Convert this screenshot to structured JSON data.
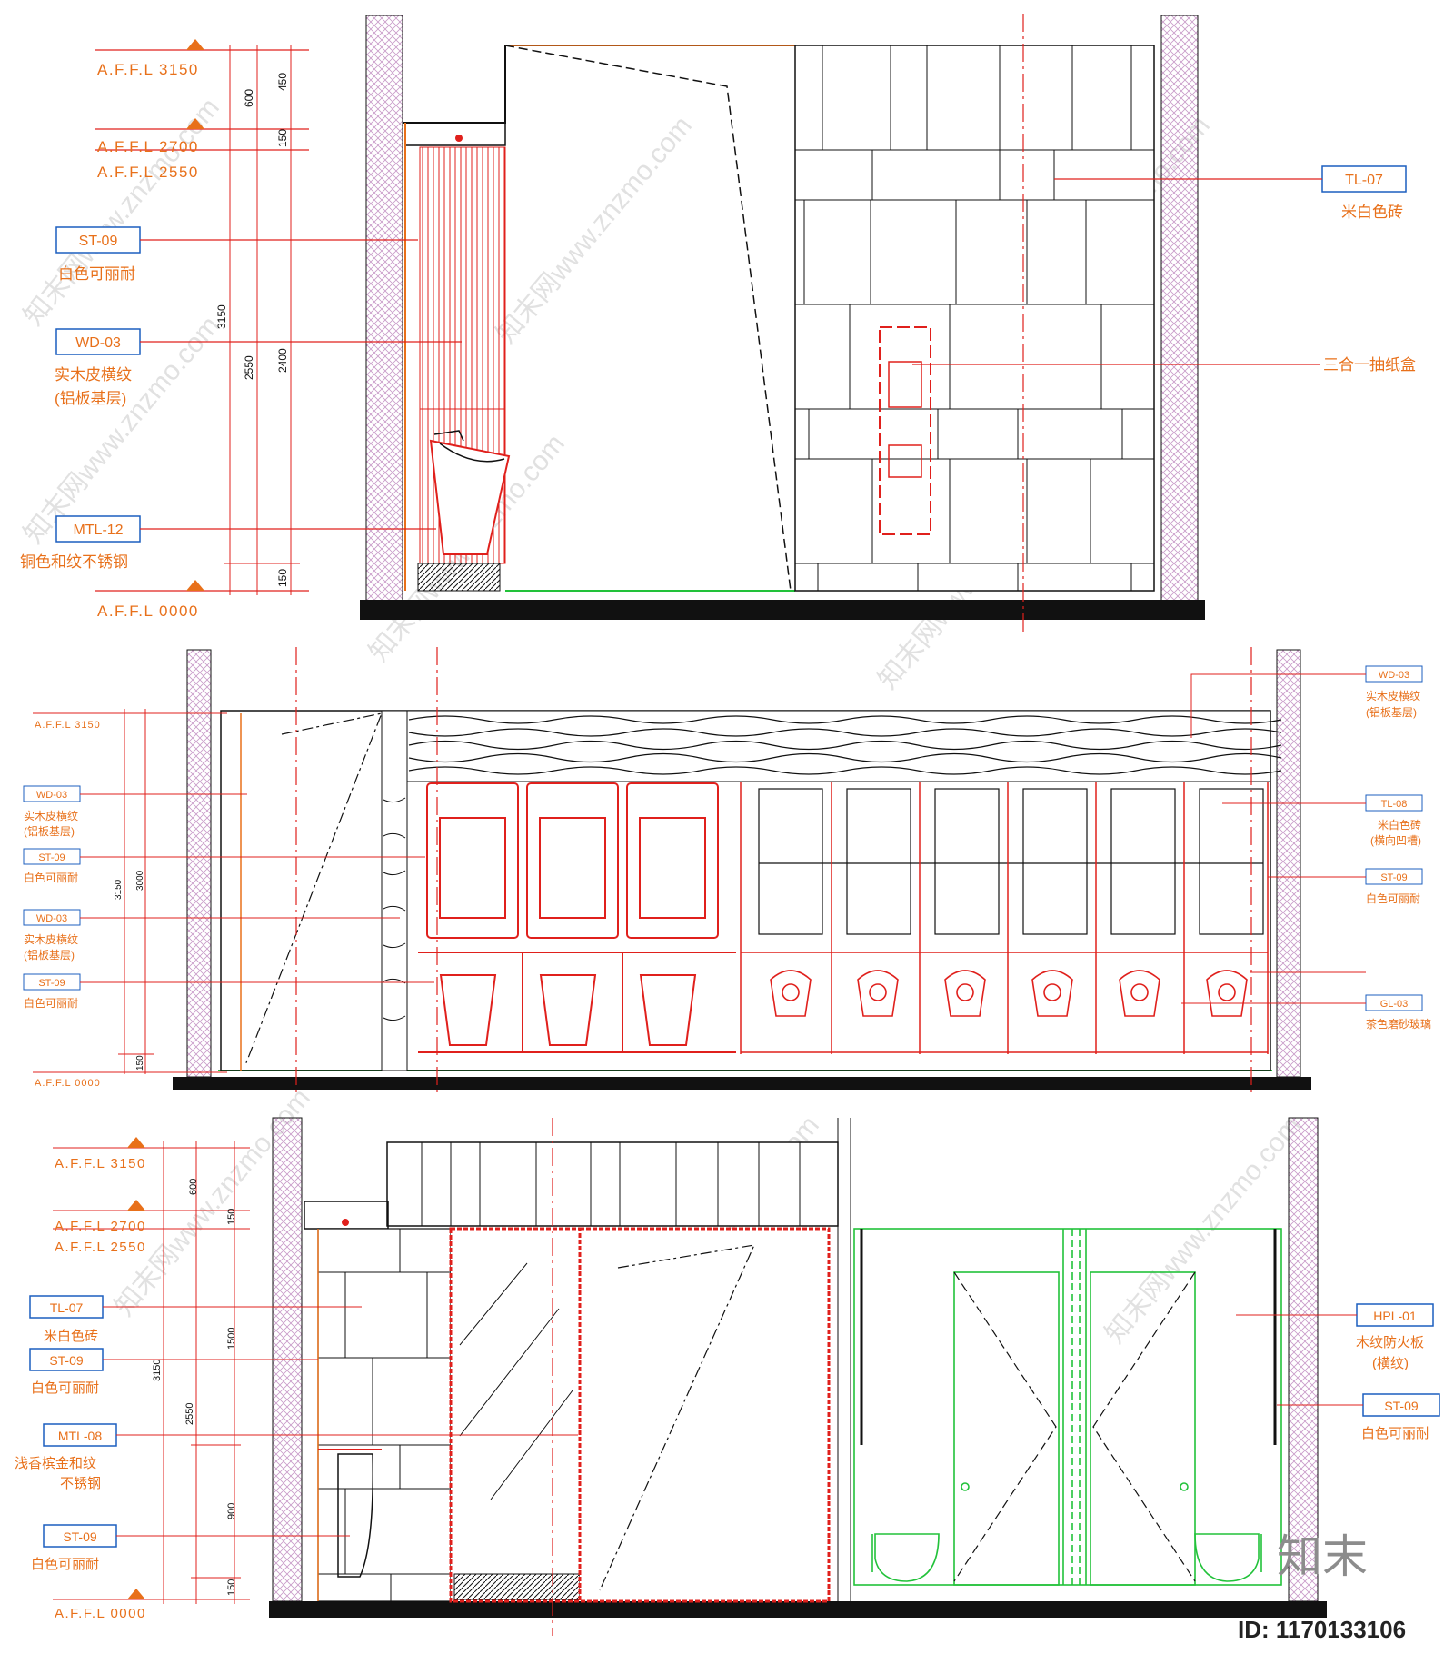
{
  "elevation_top": {
    "levels": [
      "A.F.F.L 3150",
      "A.F.F.L 2700",
      "A.F.F.L 2550",
      "A.F.F.L 0000"
    ],
    "dimensions": [
      "600",
      "450",
      "150",
      "3150",
      "2550",
      "2400",
      "150"
    ],
    "tags": [
      {
        "code": "ST-09",
        "desc": "白色可丽耐"
      },
      {
        "code": "WD-03",
        "desc": "实木皮横纹",
        "desc2": "(铝板基层)"
      },
      {
        "code": "MTL-12",
        "desc": "铜色和纹不锈钢"
      },
      {
        "code": "TL-07",
        "desc": "米白色砖"
      },
      {
        "code": "",
        "desc": "三合一抽纸盒"
      }
    ]
  },
  "elevation_middle": {
    "levels": [
      "A.F.F.L 3150",
      "A.F.F.L 0000"
    ],
    "dimensions": [
      "3150",
      "3000",
      "150"
    ],
    "tags_left": [
      {
        "code": "WD-03",
        "desc": "实木皮横纹",
        "desc2": "(铝板基层)"
      },
      {
        "code": "ST-09",
        "desc": "白色可丽耐"
      },
      {
        "code": "WD-03",
        "desc": "实木皮横纹",
        "desc2": "(铝板基层)"
      },
      {
        "code": "ST-09",
        "desc": "白色可丽耐"
      }
    ],
    "tags_right": [
      {
        "code": "WD-03",
        "desc": "实木皮横纹",
        "desc2": "(铝板基层)"
      },
      {
        "code": "TL-08",
        "desc": "米白色砖",
        "desc2": "(横向凹槽)"
      },
      {
        "code": "ST-09",
        "desc": "白色可丽耐"
      },
      {
        "code": "GL-03",
        "desc": "茶色磨砂玻璃"
      }
    ]
  },
  "elevation_bottom": {
    "levels": [
      "A.F.F.L 3150",
      "A.F.F.L 2700",
      "A.F.F.L 2550",
      "A.F.F.L 0000"
    ],
    "dimensions": [
      "600",
      "150",
      "1500",
      "900",
      "150",
      "3150",
      "2550"
    ],
    "tags_left": [
      {
        "code": "TL-07",
        "desc": "米白色砖"
      },
      {
        "code": "ST-09",
        "desc": "白色可丽耐"
      },
      {
        "code": "MTL-08",
        "desc": "浅香槟金和纹",
        "desc2": "不锈钢"
      },
      {
        "code": "ST-09",
        "desc": "白色可丽耐"
      }
    ],
    "tags_right": [
      {
        "code": "HPL-01",
        "desc": "木纹防火板",
        "desc2": "(横纹)"
      },
      {
        "code": "ST-09",
        "desc": "白色可丽耐"
      }
    ]
  },
  "watermark": "知末网www.znzmo.com",
  "logo_text": "知末",
  "image_id": "ID: 1170133106",
  "colors": {
    "orange": "#e8701a",
    "red": "#e0201c",
    "green": "#22c23a",
    "hatch": "#c89ac8",
    "black": "#111111"
  }
}
